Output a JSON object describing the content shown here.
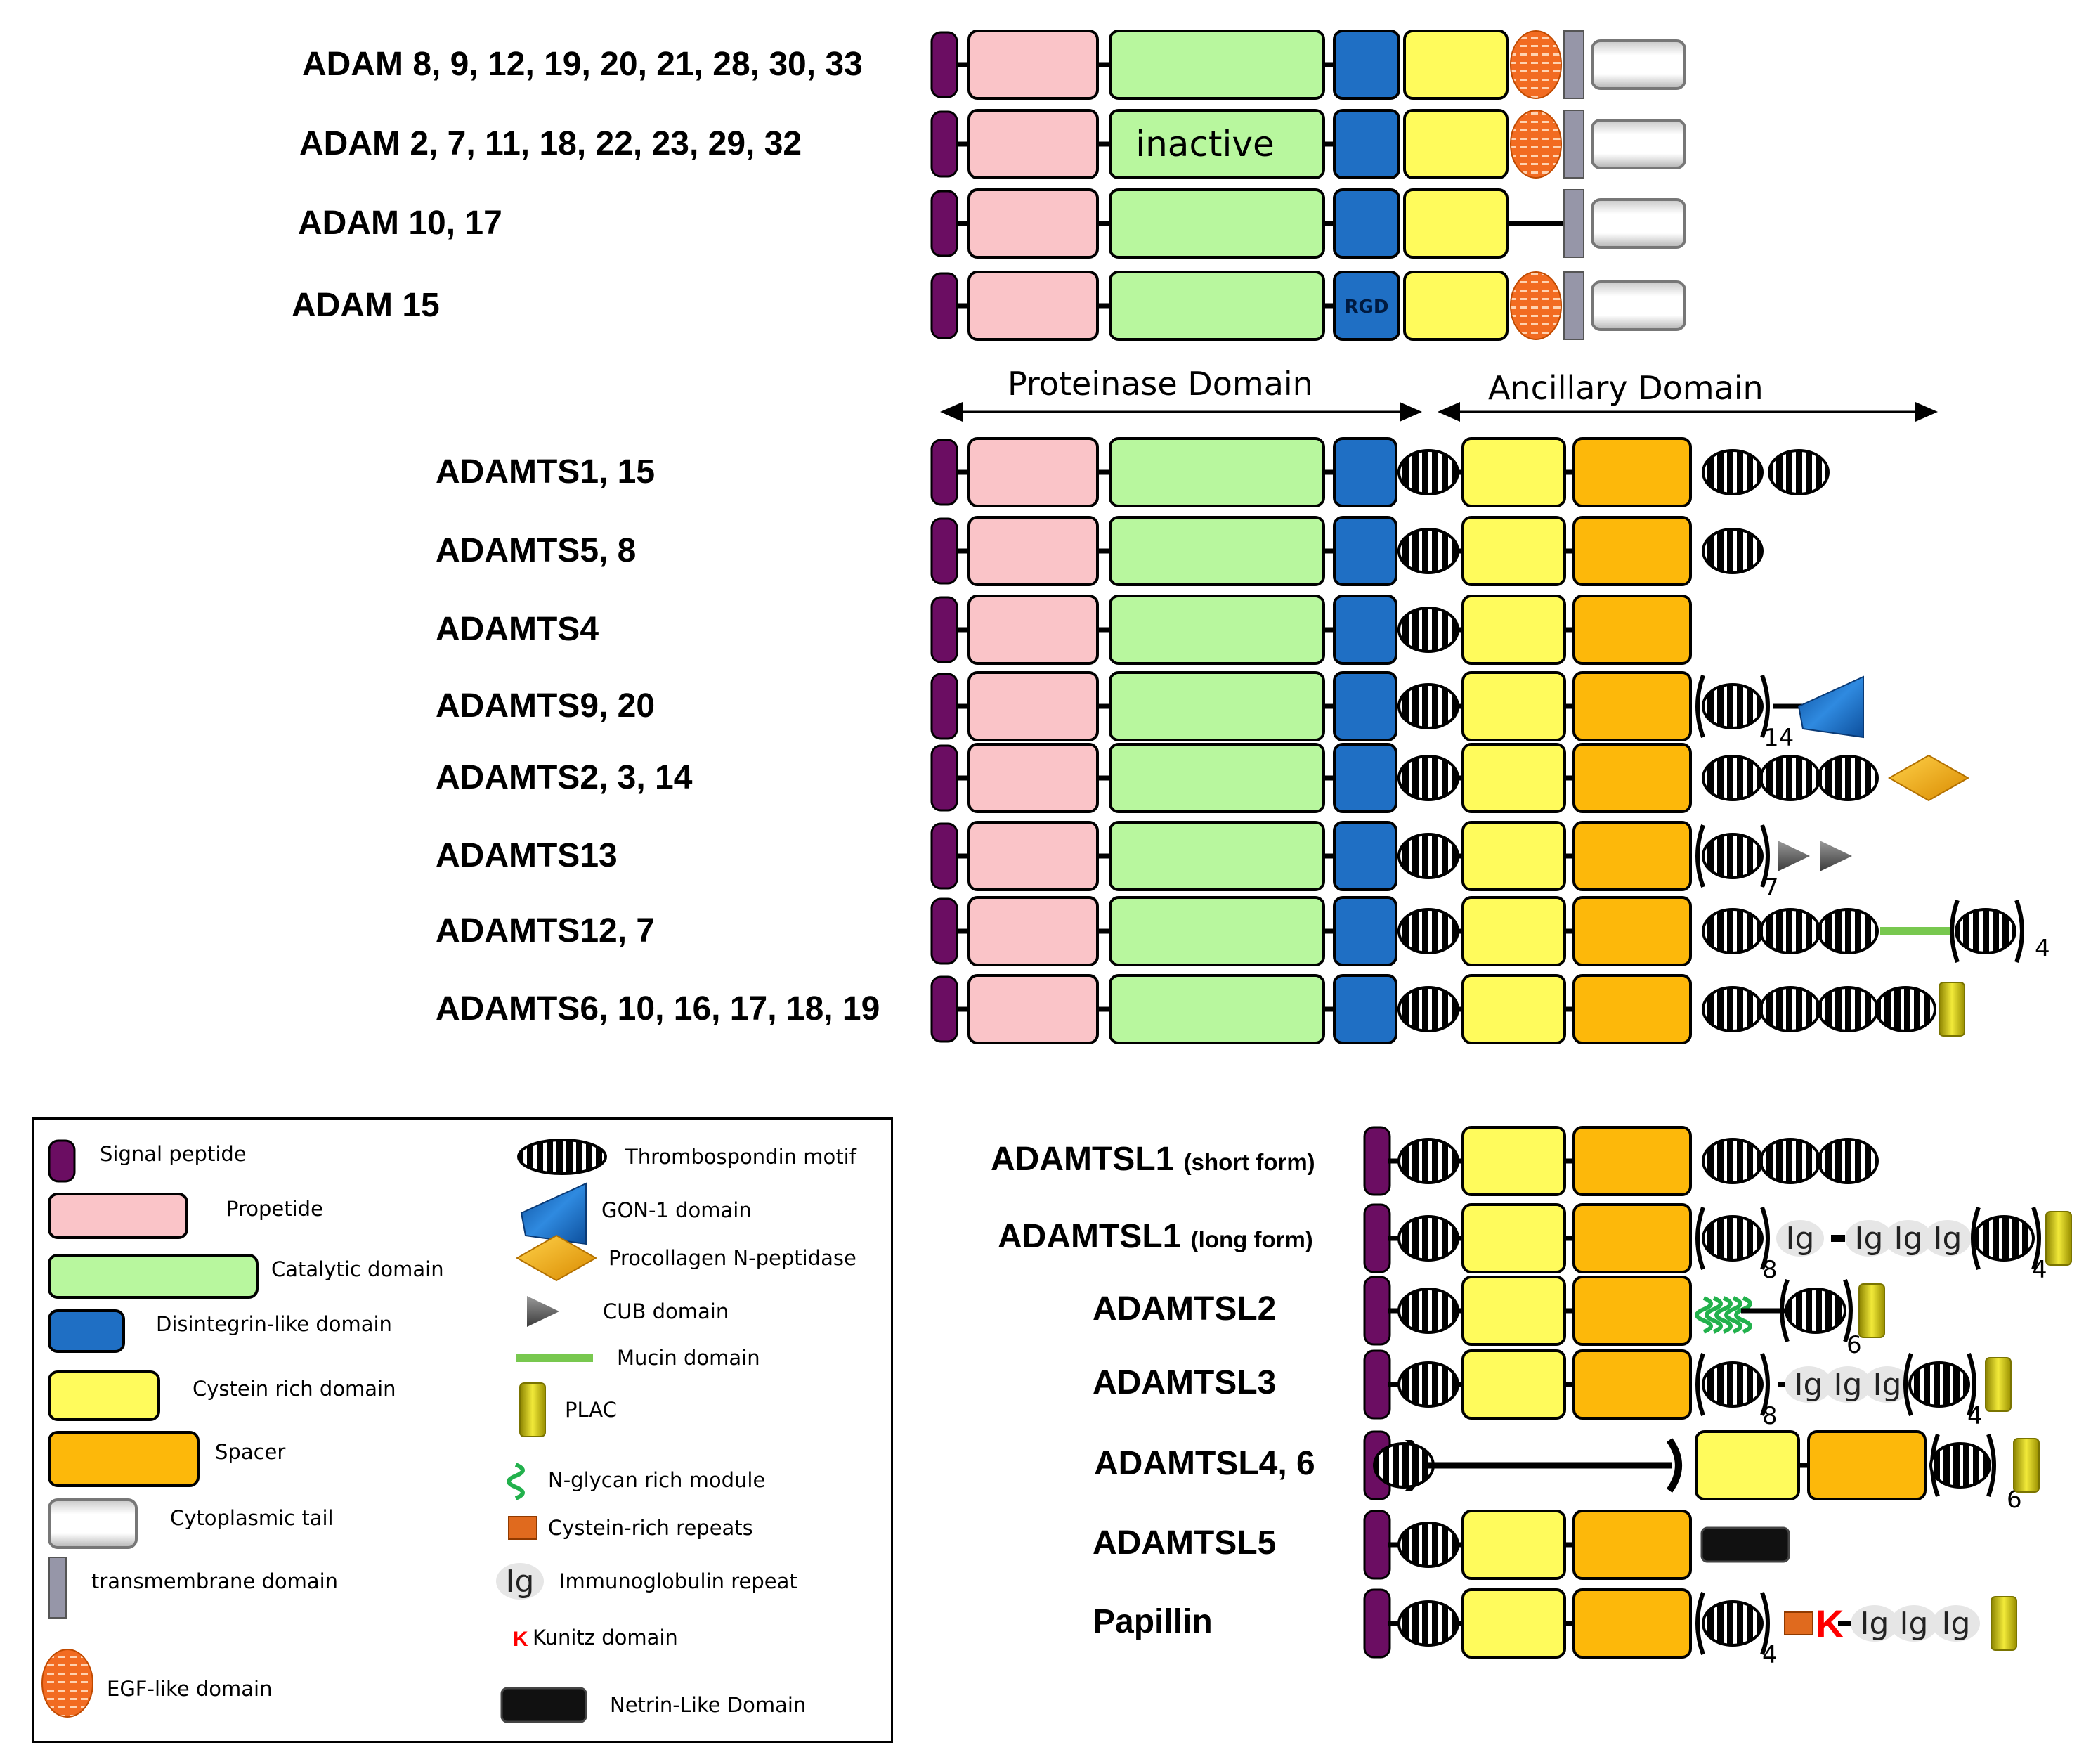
{
  "colors": {
    "signal": "#6b0d62",
    "propeptide": "#fac4c8",
    "catalytic": "#b8f79e",
    "disintegrin": "#1f6fc4",
    "cysteine": "#fffb5c",
    "spacer": "#fdb80a",
    "tm": "#9696a8",
    "egf": "#f26b21",
    "mucin": "#78c84f",
    "plac": "#dcd200",
    "nglycan": "#22b14c",
    "kunitz": "#ff0000",
    "gon": "#1f6fc4",
    "procollagen": "#f0a000",
    "cub": "#6e6e6e"
  },
  "adam_rows": [
    {
      "label": "ADAM 8, 9, 12, 19, 20, 21, 28, 30, 33",
      "variant": "full"
    },
    {
      "label": "ADAM 2, 7, 11, 18, 22, 23, 29, 32",
      "variant": "inactive",
      "catalytic_text": "inactive"
    },
    {
      "label": "ADAM 10, 17",
      "variant": "noegf"
    },
    {
      "label": "ADAM 15",
      "variant": "rgd",
      "disintegrin_text": "RGD"
    }
  ],
  "domain_headers": {
    "proteinase": "Proteinase Domain",
    "ancillary": "Ancillary Domain"
  },
  "adamts_rows": [
    {
      "label": "ADAMTS1, 15",
      "tail": "tsp2"
    },
    {
      "label": "ADAMTS5, 8",
      "tail": "tsp1"
    },
    {
      "label": "ADAMTS4",
      "tail": "none"
    },
    {
      "label": "ADAMTS9, 20",
      "tail": "gon",
      "count": "14"
    },
    {
      "label": "ADAMTS2, 3, 14",
      "tail": "procollagen"
    },
    {
      "label": "ADAMTS13",
      "tail": "cub",
      "count": "7"
    },
    {
      "label": "ADAMTS12, 7",
      "tail": "mucin",
      "count": "4"
    },
    {
      "label": "ADAMTS6, 10, 16, 17, 18, 19",
      "tail": "plac"
    }
  ],
  "adamtsl_rows": [
    {
      "label": "ADAMTSL1",
      "label_small": "(short form)"
    },
    {
      "label": "ADAMTSL1",
      "label_small": "(long form)",
      "count_a": "8",
      "count_b": "4",
      "ig": [
        "Ig",
        "Ig",
        "Ig",
        "Ig"
      ]
    },
    {
      "label": "ADAMTSL2",
      "count": "6"
    },
    {
      "label": "ADAMTSL3",
      "count_a": "8",
      "count_b": "4",
      "ig": [
        "Ig",
        "Ig",
        "Ig"
      ]
    },
    {
      "label": "ADAMTSL4, 6",
      "count": "6"
    },
    {
      "label": "ADAMTSL5"
    },
    {
      "label": "Papillin",
      "count": "4",
      "kunitz": "K",
      "ig": [
        "Ig",
        "Ig",
        "Ig"
      ]
    }
  ],
  "legend": {
    "left": [
      {
        "icon": "signal",
        "text": "Signal peptide"
      },
      {
        "icon": "propeptide",
        "text": "Propetide"
      },
      {
        "icon": "catalytic",
        "text": "Catalytic domain"
      },
      {
        "icon": "disintegrin",
        "text": "Disintegrin-like domain"
      },
      {
        "icon": "cysteine",
        "text": "Cystein rich domain"
      },
      {
        "icon": "spacer",
        "text": "Spacer"
      },
      {
        "icon": "cytoplasmic",
        "text": "Cytoplasmic tail"
      },
      {
        "icon": "tm",
        "text": "transmembrane domain"
      },
      {
        "icon": "egf",
        "text": "EGF-like domain"
      }
    ],
    "right": [
      {
        "icon": "tsp",
        "text": "Thrombospondin motif"
      },
      {
        "icon": "gon",
        "text": "GON-1 domain"
      },
      {
        "icon": "procollagen",
        "text": "Procollagen N-peptidase"
      },
      {
        "icon": "cub",
        "text": "CUB domain"
      },
      {
        "icon": "mucin",
        "text": "Mucin domain"
      },
      {
        "icon": "plac",
        "text": "PLAC"
      },
      {
        "icon": "nglycan",
        "text": "N-glycan rich module"
      },
      {
        "icon": "cysrep",
        "text": "Cystein-rich repeats"
      },
      {
        "icon": "ig",
        "text": "Immunoglobulin repeat",
        "icon_text": "Ig"
      },
      {
        "icon": "kunitz",
        "text": "Kunitz domain",
        "icon_text": "K"
      },
      {
        "icon": "netrin",
        "text": "Netrin-Like Domain"
      }
    ]
  }
}
